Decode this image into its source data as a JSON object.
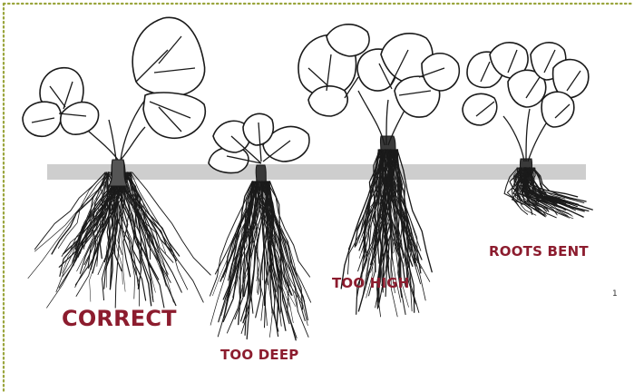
{
  "labels": {
    "correct": "CORRECT",
    "too_deep": "TOO DEEP",
    "too_high": "TOO HIGH",
    "roots_bent": "ROOTS BENT",
    "stray_mark": "1"
  },
  "colors": {
    "label": "#8c1c2e",
    "border_dots": "#9aa53c",
    "soil_band": "#c9c9c9",
    "ink": "#1a1a1a"
  },
  "plants": [
    {
      "name": "correct-plant",
      "caption": "CORRECT"
    },
    {
      "name": "too-deep-plant",
      "caption": "TOO DEEP"
    },
    {
      "name": "too-high-plant",
      "caption": "TOO HIGH"
    },
    {
      "name": "roots-bent-plant",
      "caption": "ROOTS BENT"
    }
  ]
}
